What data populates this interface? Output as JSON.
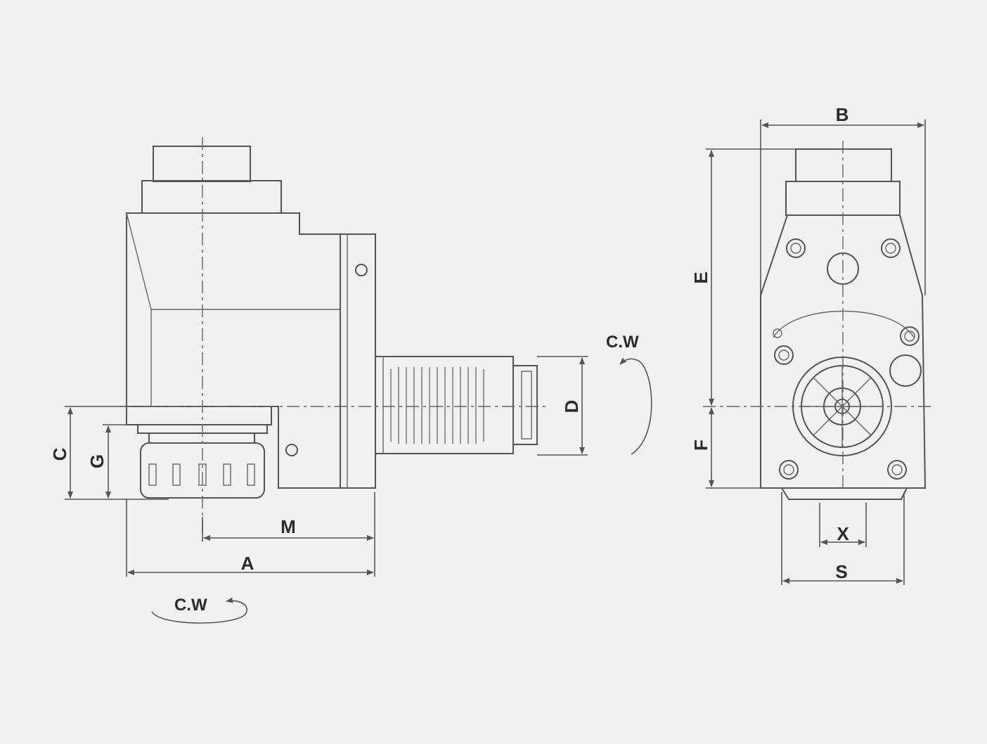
{
  "drawing": {
    "side_view": {
      "dimensions": {
        "A": "A",
        "M": "M",
        "C": "C",
        "G": "G",
        "D": "D"
      },
      "rotation_bottom": "C.W",
      "rotation_right": "C.W"
    },
    "front_view": {
      "dimensions": {
        "B": "B",
        "E": "E",
        "F": "F",
        "X": "X",
        "S": "S"
      }
    },
    "colors": {
      "background": "#f1f1f1",
      "body": "#dcdcdc",
      "line": "#555555"
    }
  }
}
